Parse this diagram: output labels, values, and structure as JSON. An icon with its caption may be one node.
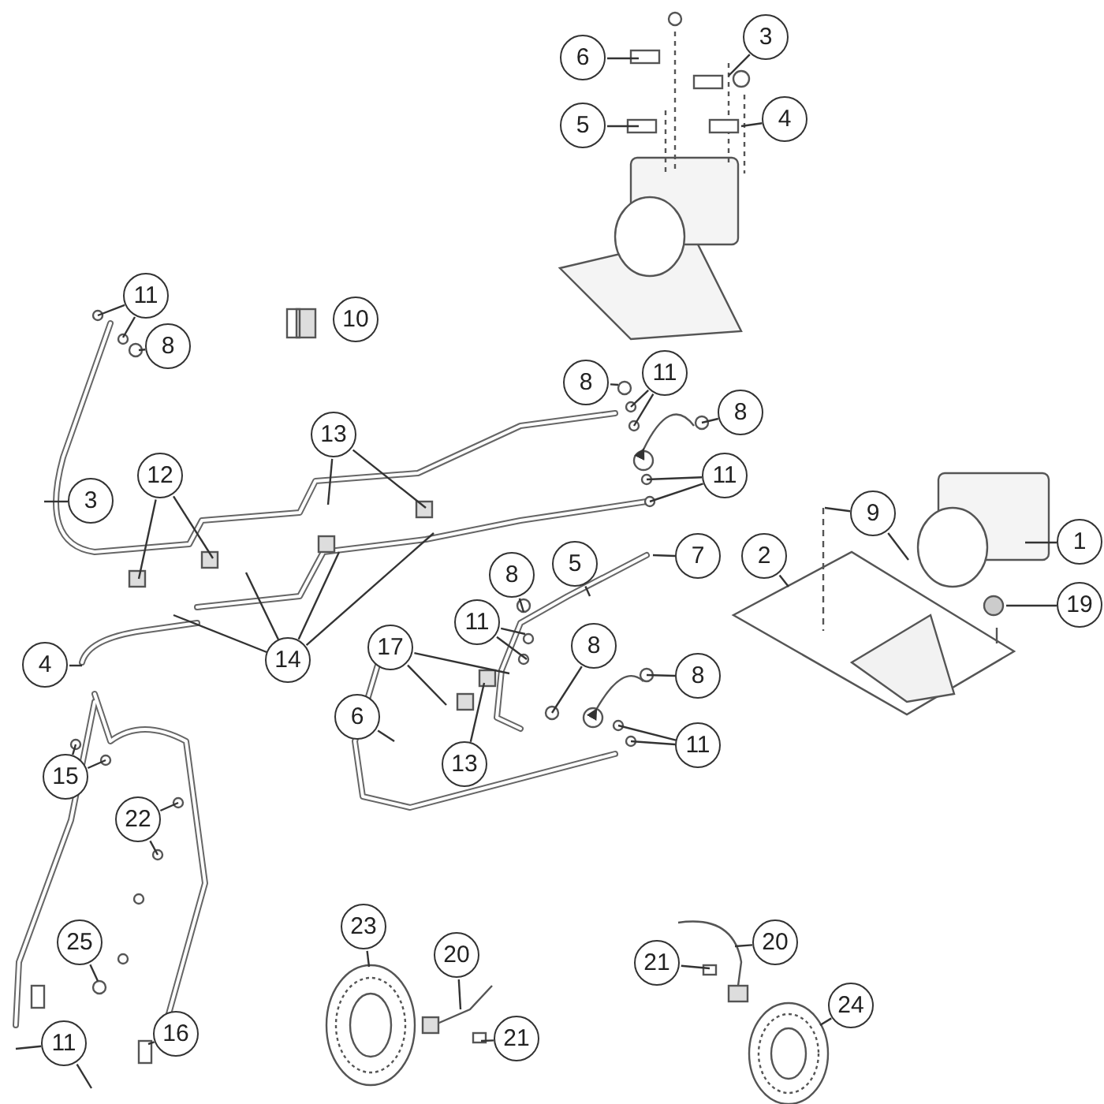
{
  "diagram": {
    "nodes": [
      {
        "text": [
          "6"
        ]
      },
      {
        "text": [
          "3"
        ]
      },
      {
        "text": [
          "5"
        ]
      },
      {
        "text": [
          "4"
        ]
      },
      {
        "text": [
          "11"
        ]
      },
      {
        "text": [
          "8"
        ]
      },
      {
        "text": [
          "10"
        ]
      },
      {
        "text": [
          "8"
        ]
      },
      {
        "text": [
          "11"
        ]
      },
      {
        "text": [
          "8"
        ]
      },
      {
        "text": [
          "13"
        ]
      },
      {
        "text": [
          "12"
        ]
      },
      {
        "text": [
          "3"
        ]
      },
      {
        "text": [
          "11"
        ]
      },
      {
        "text": [
          "2"
        ]
      },
      {
        "text": [
          "9"
        ]
      },
      {
        "text": [
          "1"
        ]
      },
      {
        "text": [
          "19"
        ]
      },
      {
        "text": [
          "5"
        ]
      },
      {
        "text": [
          "7"
        ]
      },
      {
        "text": [
          "8"
        ]
      },
      {
        "text": [
          "11"
        ]
      },
      {
        "text": [
          "17"
        ]
      },
      {
        "text": [
          "4"
        ]
      },
      {
        "text": [
          "14"
        ]
      },
      {
        "text": [
          "6"
        ]
      },
      {
        "text": [
          "8"
        ]
      },
      {
        "text": [
          "8"
        ]
      },
      {
        "text": [
          "13"
        ]
      },
      {
        "text": [
          "11"
        ]
      },
      {
        "text": [
          "15"
        ]
      },
      {
        "text": [
          "22"
        ]
      },
      {
        "text": [
          "23"
        ]
      },
      {
        "text": [
          "20"
        ]
      },
      {
        "text": [
          "21"
        ]
      },
      {
        "text": [
          "25"
        ]
      },
      {
        "text": [
          "11"
        ]
      },
      {
        "text": [
          "16"
        ]
      },
      {
        "text": [
          "21"
        ]
      },
      {
        "text": [
          "20"
        ]
      },
      {
        "text": [
          "24"
        ]
      }
    ],
    "edges": [
      {
        "from": 0,
        "to": null,
        "arrow": "none"
      },
      {
        "from": 1,
        "to": null,
        "arrow": "none"
      },
      {
        "from": 2,
        "to": null,
        "arrow": "none"
      },
      {
        "from": 3,
        "to": null,
        "arrow": "none"
      },
      {
        "from": 4,
        "to": null,
        "arrow": "none"
      },
      {
        "from": 4,
        "to": null,
        "arrow": "none"
      },
      {
        "from": 5,
        "to": null,
        "arrow": "none"
      },
      {
        "from": 7,
        "to": null,
        "arrow": "none"
      },
      {
        "from": 8,
        "to": null,
        "arrow": "none"
      },
      {
        "from": 8,
        "to": null,
        "arrow": "none"
      },
      {
        "from": 9,
        "to": null,
        "arrow": "none"
      },
      {
        "from": 10,
        "to": null,
        "arrow": "none"
      },
      {
        "from": 10,
        "to": null,
        "arrow": "none"
      },
      {
        "from": 11,
        "to": null,
        "arrow": "none"
      },
      {
        "from": 11,
        "to": null,
        "arrow": "none"
      },
      {
        "from": 12,
        "to": null,
        "arrow": "none"
      },
      {
        "from": 13,
        "to": null,
        "arrow": "none"
      },
      {
        "from": 13,
        "to": null,
        "arrow": "none"
      },
      {
        "from": 14,
        "to": null,
        "arrow": "none"
      },
      {
        "from": 15,
        "to": null,
        "arrow": "none"
      },
      {
        "from": 15,
        "to": null,
        "arrow": "none"
      },
      {
        "from": 16,
        "to": null,
        "arrow": "none"
      },
      {
        "from": 17,
        "to": null,
        "arrow": "none"
      },
      {
        "from": 18,
        "to": null,
        "arrow": "none"
      },
      {
        "from": 19,
        "to": null,
        "arrow": "none"
      },
      {
        "from": 20,
        "to": null,
        "arrow": "none"
      },
      {
        "from": 21,
        "to": null,
        "arrow": "none"
      },
      {
        "from": 21,
        "to": null,
        "arrow": "none"
      },
      {
        "from": 22,
        "to": null,
        "arrow": "none"
      },
      {
        "from": 22,
        "to": null,
        "arrow": "none"
      },
      {
        "from": 23,
        "to": null,
        "arrow": "none"
      },
      {
        "from": 24,
        "to": null,
        "arrow": "none"
      },
      {
        "from": 24,
        "to": null,
        "arrow": "none"
      },
      {
        "from": 24,
        "to": null,
        "arrow": "none"
      },
      {
        "from": 24,
        "to": null,
        "arrow": "none"
      },
      {
        "from": 25,
        "to": null,
        "arrow": "none"
      },
      {
        "from": 26,
        "to": null,
        "arrow": "none"
      },
      {
        "from": 27,
        "to": null,
        "arrow": "none"
      },
      {
        "from": 28,
        "to": null,
        "arrow": "none"
      },
      {
        "from": 29,
        "to": null,
        "arrow": "none"
      },
      {
        "from": 29,
        "to": null,
        "arrow": "none"
      },
      {
        "from": 30,
        "to": null,
        "arrow": "none"
      },
      {
        "from": 30,
        "to": null,
        "arrow": "none"
      },
      {
        "from": 31,
        "to": null,
        "arrow": "none"
      },
      {
        "from": 31,
        "to": null,
        "arrow": "none"
      },
      {
        "from": 32,
        "to": null,
        "arrow": "none"
      },
      {
        "from": 33,
        "to": null,
        "arrow": "none"
      },
      {
        "from": 34,
        "to": null,
        "arrow": "none"
      },
      {
        "from": 35,
        "to": null,
        "arrow": "none"
      },
      {
        "from": 36,
        "to": null,
        "arrow": "none"
      },
      {
        "from": 36,
        "to": null,
        "arrow": "none"
      },
      {
        "from": 37,
        "to": null,
        "arrow": "none"
      },
      {
        "from": 38,
        "to": null,
        "arrow": "none"
      },
      {
        "from": 39,
        "to": null,
        "arrow": "none"
      },
      {
        "from": 40,
        "to": null,
        "arrow": "none"
      }
    ]
  }
}
